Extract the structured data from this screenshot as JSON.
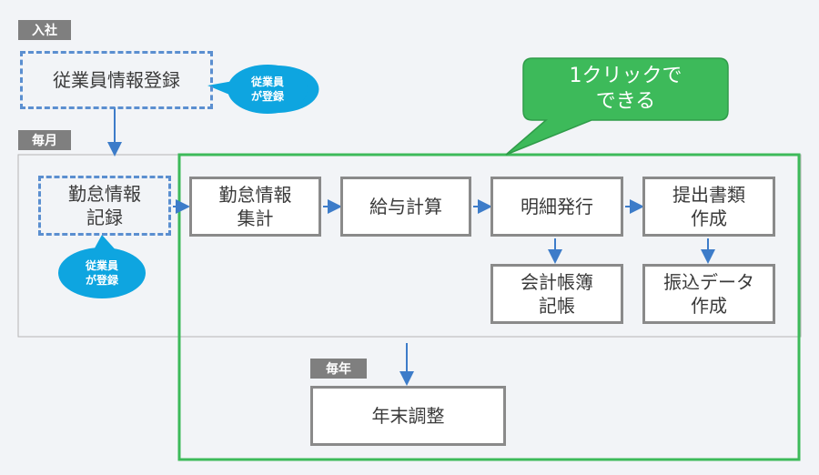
{
  "labels": {
    "nyusha": "入社",
    "maitsuki": "毎月",
    "mainen": "毎年"
  },
  "nodes": {
    "employee_info": "従業員情報登録",
    "attendance_record": "勤怠情報\n記録",
    "attendance_total": "勤怠情報\n集計",
    "payroll": "給与計算",
    "payslip": "明細発行",
    "documents": "提出書類\n作成",
    "ledger": "会計帳簿\n記帳",
    "transfer_data": "振込データ\n作成",
    "year_end": "年末調整"
  },
  "bubbles": {
    "employee_registers_1": "従業員\nが登録",
    "employee_registers_2": "従業員\nが登録"
  },
  "callout": {
    "one_click": "1クリックで\nできる"
  },
  "colors": {
    "arrow": "#3d7cc9",
    "dashed_border": "#5b8fd0",
    "bubble": "#0ea5e0",
    "green": "#3dba5a",
    "tag": "#7f7f7f",
    "box_border": "#8a8a8a"
  }
}
